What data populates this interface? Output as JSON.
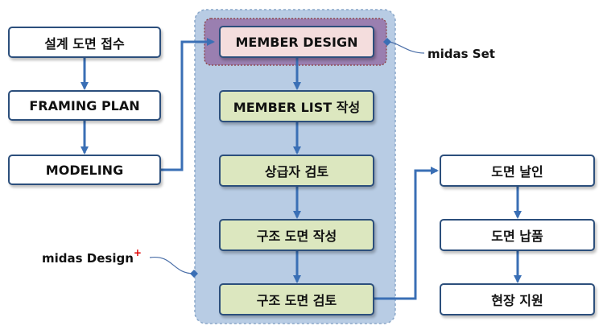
{
  "left_flow": [
    "설계 도면 접수",
    "FRAMING PLAN",
    "MODELING"
  ],
  "center_flow": [
    "MEMBER DESIGN",
    "MEMBER LIST 작성",
    "상급자 검토",
    "구조 도면 작성",
    "구조 도면 검토"
  ],
  "right_flow": [
    "도면 날인",
    "도면 납품",
    "현장 지원"
  ],
  "labels": {
    "midas_set": "midas Set",
    "midas_design": "midas Design",
    "midas_design_sup": "+"
  },
  "colors": {
    "panel_fill": "#b8cce4",
    "panel_border": "#8aa7c9",
    "member_design_highlight": "#9a7fb0",
    "arrow": "#3a6fb5"
  }
}
